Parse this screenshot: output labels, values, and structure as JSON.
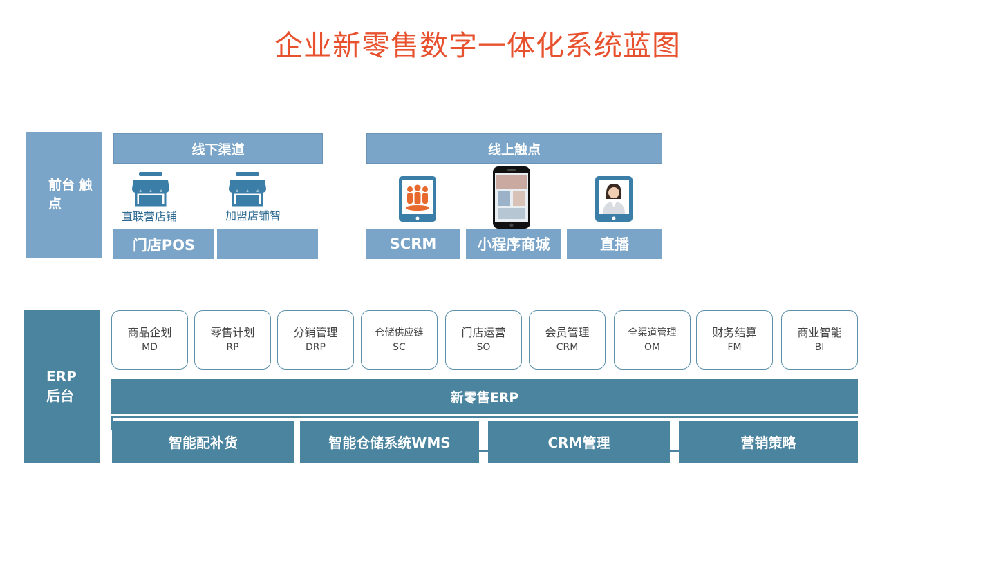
{
  "title": "企业新零售数字一体化系统蓝图",
  "colors": {
    "title": "#e8512d",
    "front_panel": "#7aa4c8",
    "erp_panel": "#4b849f",
    "corner": "#3a9db5"
  },
  "front": {
    "side_label_line1": "前台 触",
    "side_label_line2": "点",
    "offline_header": "线下渠道",
    "online_header": "线上触点",
    "store1_caption": "直联营店铺",
    "store2_caption": "加盟店铺智",
    "pos_label": "门店POS",
    "blank_label": "",
    "scrm_label": "SCRM",
    "miniapp_label": "小程序商城",
    "live_label": "直播"
  },
  "erp": {
    "side_label_line1": "ERP",
    "side_label_line2": "后台",
    "modules": [
      {
        "cn": "商品企划",
        "en": "MD"
      },
      {
        "cn": "零售计划",
        "en": "RP"
      },
      {
        "cn": "分销管理",
        "en": "DRP"
      },
      {
        "cn": "仓储供应链",
        "en": "SC"
      },
      {
        "cn": "门店运营",
        "en": "SO"
      },
      {
        "cn": "会员管理",
        "en": "CRM"
      },
      {
        "cn": "全渠道管理",
        "en": "OM"
      },
      {
        "cn": "财务结算",
        "en": "FM"
      },
      {
        "cn": "商业智能",
        "en": "BI"
      }
    ],
    "band_label": "新零售ERP",
    "subs": [
      "智能配补货",
      "智能仓储系统WMS",
      "CRM管理",
      "营销策略"
    ]
  }
}
